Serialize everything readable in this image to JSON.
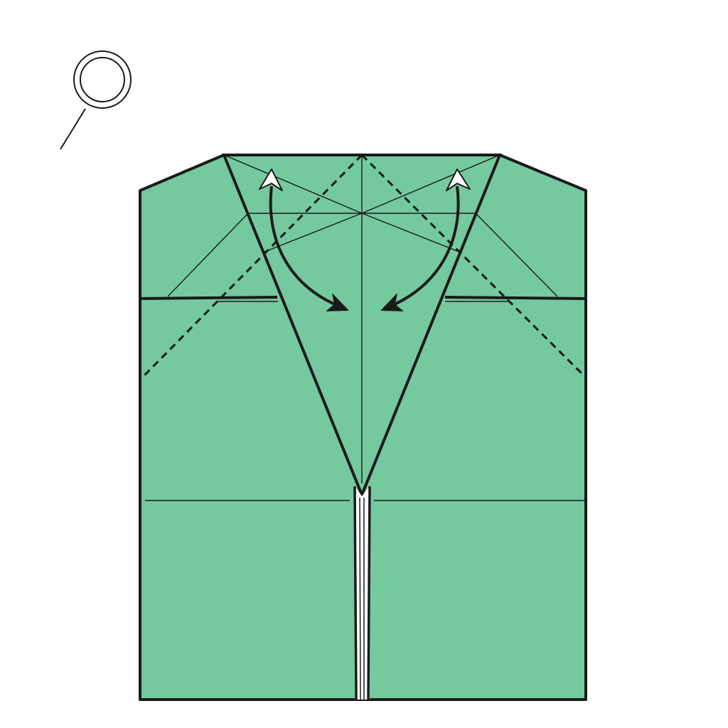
{
  "diagram": {
    "kind": "origami-step",
    "paper_color": "#74c99f",
    "line_color": "#1a1a1a",
    "background": "#ffffff",
    "symbols": {
      "reference_marker": "circle-with-leader",
      "valley_folds": "dashed-line",
      "fold_and_unfold": "curved-arrows"
    }
  }
}
